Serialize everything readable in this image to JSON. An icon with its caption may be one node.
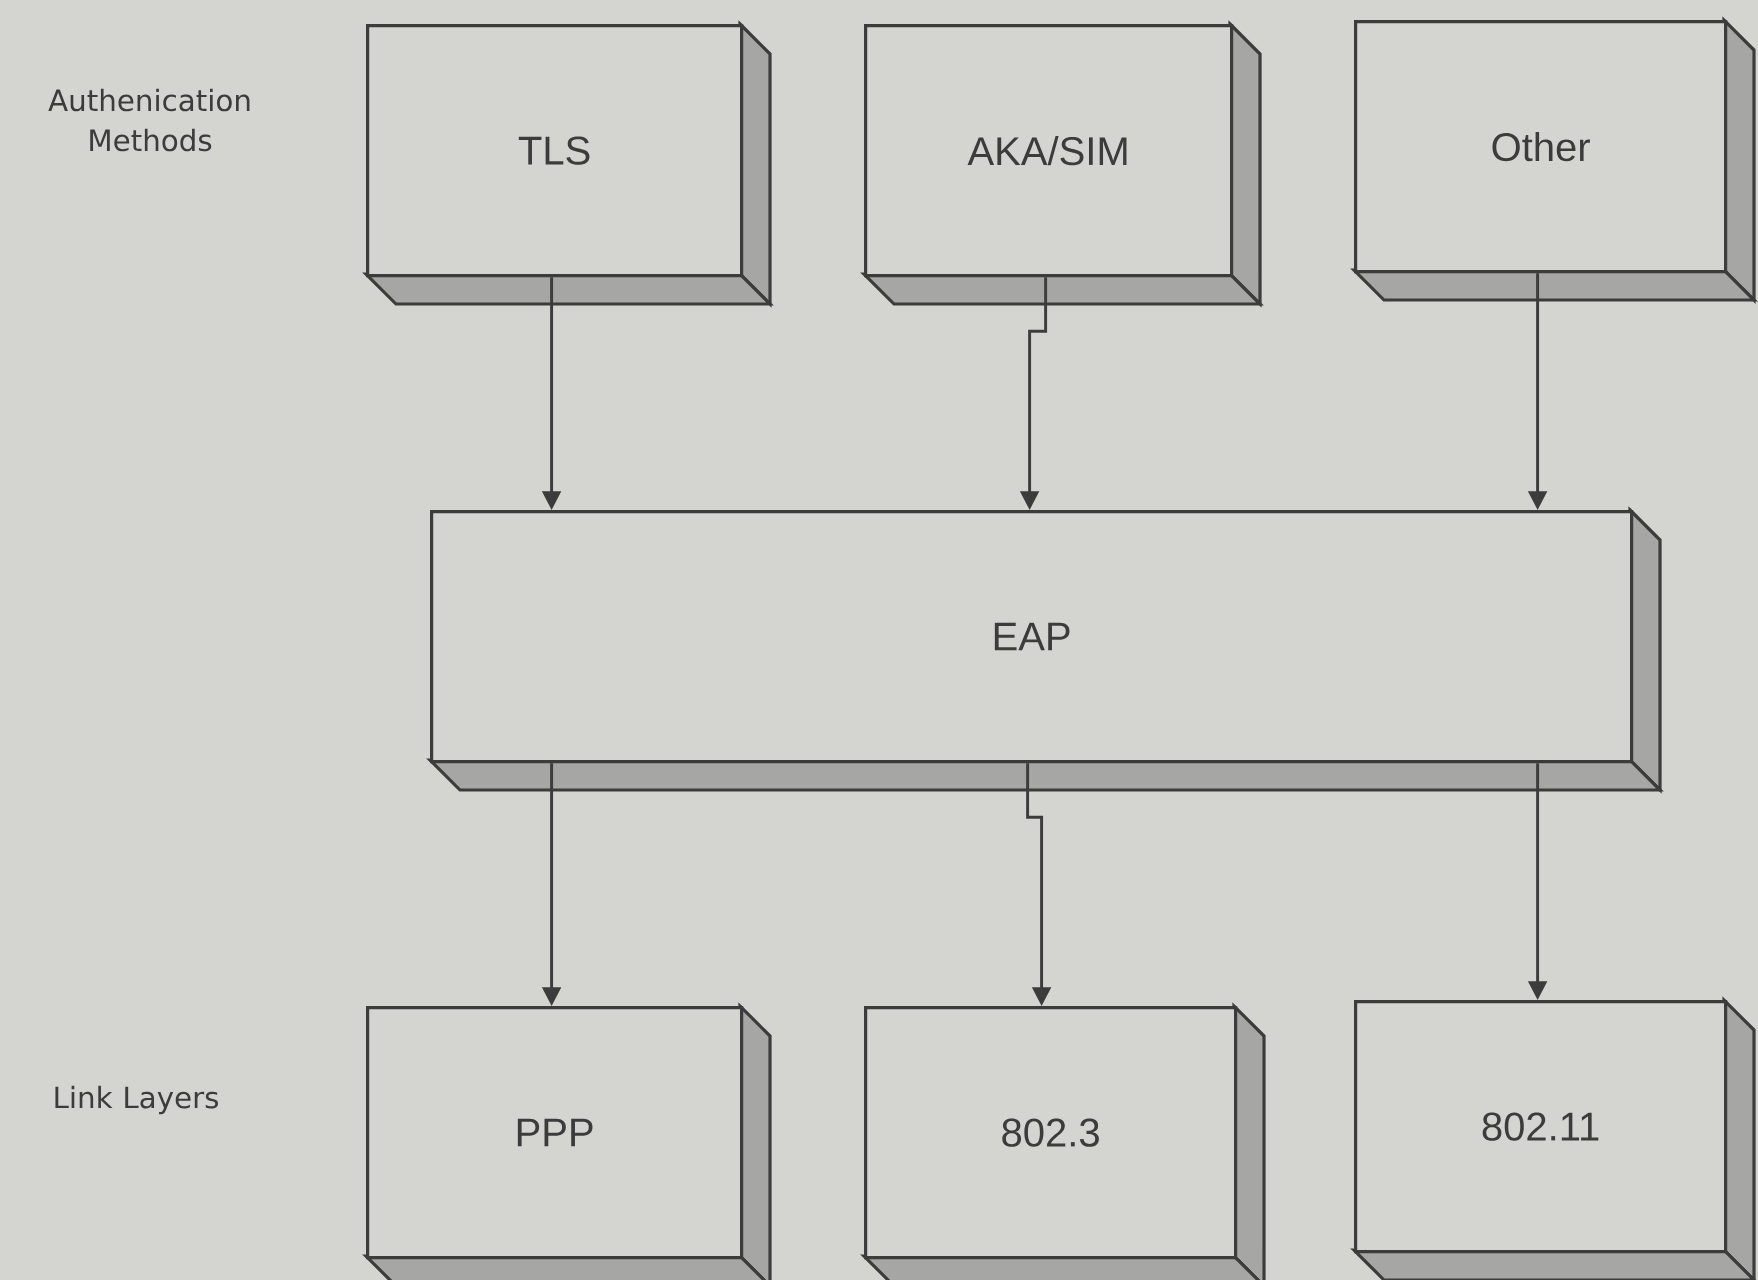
{
  "diagram": {
    "nodes": [
      {
        "text": [
          "TLS"
        ]
      },
      {
        "text": [
          "AKA/SIM"
        ]
      },
      {
        "text": [
          "Other"
        ]
      },
      {
        "text": [
          "EAP"
        ]
      },
      {
        "text": [
          "PPP"
        ]
      },
      {
        "text": [
          "802.3"
        ]
      },
      {
        "text": [
          "802.11"
        ]
      }
    ],
    "edges": [
      {
        "from": 0,
        "to": 3,
        "arrow": "to"
      },
      {
        "from": 1,
        "to": 3,
        "arrow": "to"
      },
      {
        "from": 2,
        "to": 3,
        "arrow": "to"
      },
      {
        "from": 3,
        "to": 4,
        "arrow": "to"
      },
      {
        "from": 3,
        "to": 5,
        "arrow": "to"
      },
      {
        "from": 3,
        "to": 6,
        "arrow": "to"
      }
    ],
    "labels": [
      "Authenication Methods",
      "Link Layers"
    ]
  }
}
